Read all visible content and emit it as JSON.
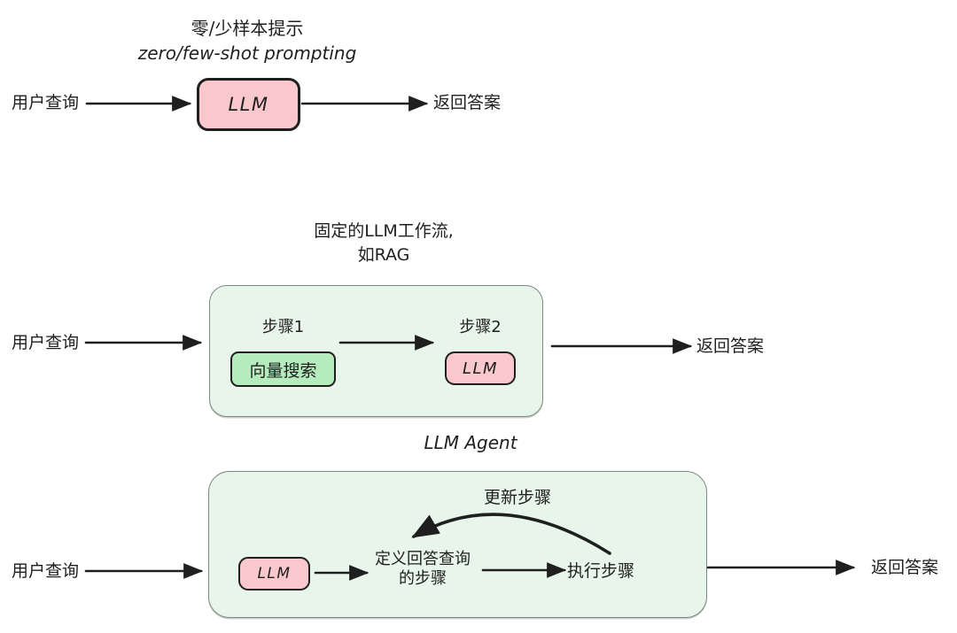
{
  "colors": {
    "ink": "#1f1f1f",
    "llm_fill": "#f9c8cc",
    "vec_fill": "#b4ecbe",
    "panel_fill": "#e8f5eb",
    "panel_border": "#7e8a81"
  },
  "sections": {
    "zero_few_shot": {
      "title_zh": "零/少样本提示",
      "title_en": "zero/few-shot prompting",
      "input_label": "用户查询",
      "llm_label": "LLM",
      "output_label": "返回答案"
    },
    "fixed_workflow": {
      "title_line1": "固定的LLM工作流,",
      "title_line2": "如RAG",
      "input_label": "用户查询",
      "step1_label": "步骤1",
      "step1_box_label": "向量搜索",
      "step2_label": "步骤2",
      "step2_box_label": "LLM",
      "output_label": "返回答案"
    },
    "llm_agent": {
      "title": "LLM Agent",
      "input_label": "用户查询",
      "llm_box_label": "LLM",
      "define_steps_line1": "定义回答查询",
      "define_steps_line2": "的步骤",
      "execute_label": "执行步骤",
      "update_label": "更新步骤",
      "output_label": "返回答案"
    }
  }
}
